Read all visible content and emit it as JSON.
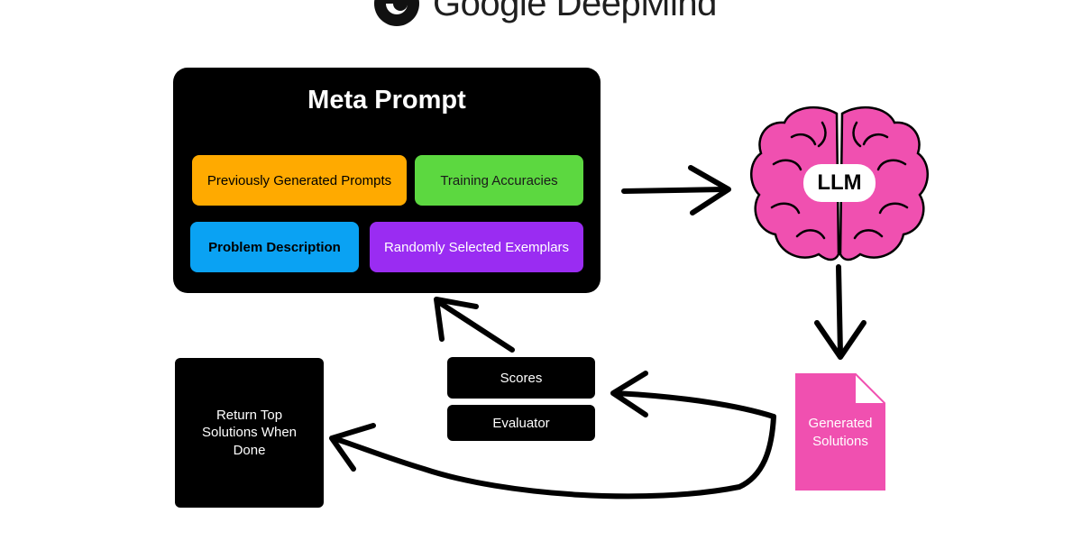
{
  "logo": {
    "text": "Google DeepMind",
    "icon": "deepmind-logo-icon"
  },
  "meta_prompt": {
    "title": "Meta Prompt",
    "items": [
      {
        "label": "Previously Generated Prompts",
        "color": "#ffaa00"
      },
      {
        "label": "Training Accuracies",
        "color": "#5cd840"
      },
      {
        "label": "Problem Description",
        "color": "#0aa2f3"
      },
      {
        "label": "Randomly Selected Exemplars",
        "color": "#9a2cf2"
      }
    ]
  },
  "llm": {
    "label": "LLM",
    "icon": "brain-icon",
    "color": "#f050b0"
  },
  "generated": {
    "label": "Generated Solutions",
    "icon": "document-icon",
    "color": "#f050b0"
  },
  "scores": {
    "label": "Scores"
  },
  "evaluator": {
    "label": "Evaluator"
  },
  "return_box": {
    "label": "Return Top Solutions When Done"
  }
}
